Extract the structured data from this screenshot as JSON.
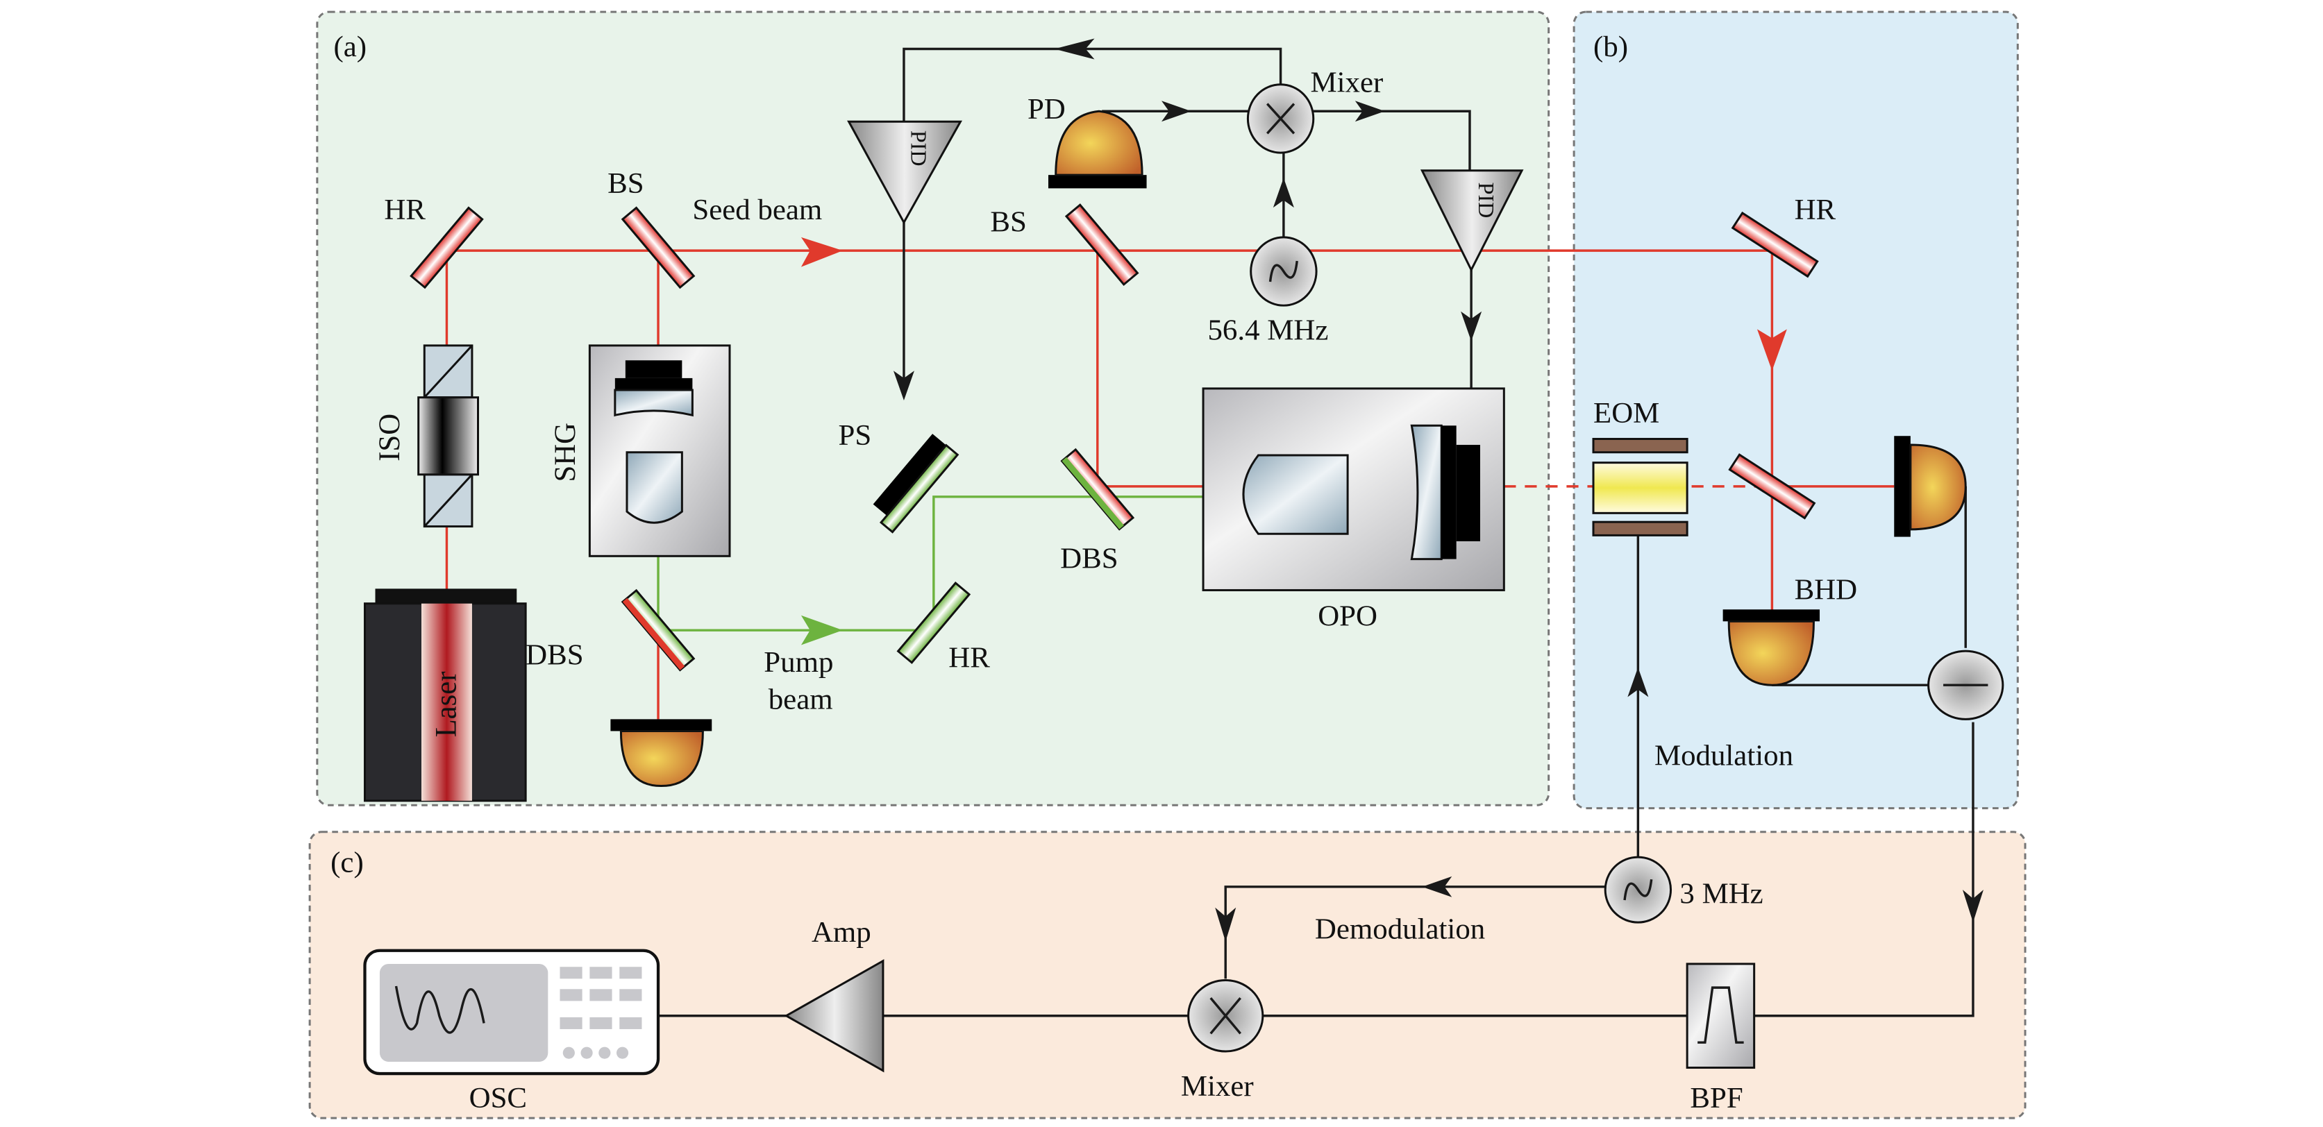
{
  "panels": {
    "a": {
      "label": "(a)",
      "color": "#e8f3ea"
    },
    "b": {
      "label": "(b)",
      "color": "#dbedf7"
    },
    "c": {
      "label": "(c)",
      "color": "#fbeadc"
    }
  },
  "labels": {
    "hr1": "HR",
    "bs1": "BS",
    "seed_beam": "Seed beam",
    "iso": "ISO",
    "shg": "SHG",
    "laser": "Laser",
    "dbs1": "DBS",
    "pump_beam_1": "Pump",
    "pump_beam_2": "beam",
    "hr2": "HR",
    "ps": "PS",
    "bs2": "BS",
    "dbs2": "DBS",
    "pd": "PD",
    "mixer_top": "Mixer",
    "freq_56": "56.4 MHz",
    "pid": "PID",
    "opo": "OPO",
    "eom": "EOM",
    "hr3": "HR",
    "bhd": "BHD",
    "modulation": "Modulation",
    "freq_3": "3 MHz",
    "demodulation": "Demodulation",
    "amp": "Amp",
    "mixer_bottom": "Mixer",
    "bpf": "BPF",
    "osc": "OSC"
  },
  "colors": {
    "laser_red": "#e03a2c",
    "pump_green": "#6db33f",
    "detector": "#e0a030"
  }
}
